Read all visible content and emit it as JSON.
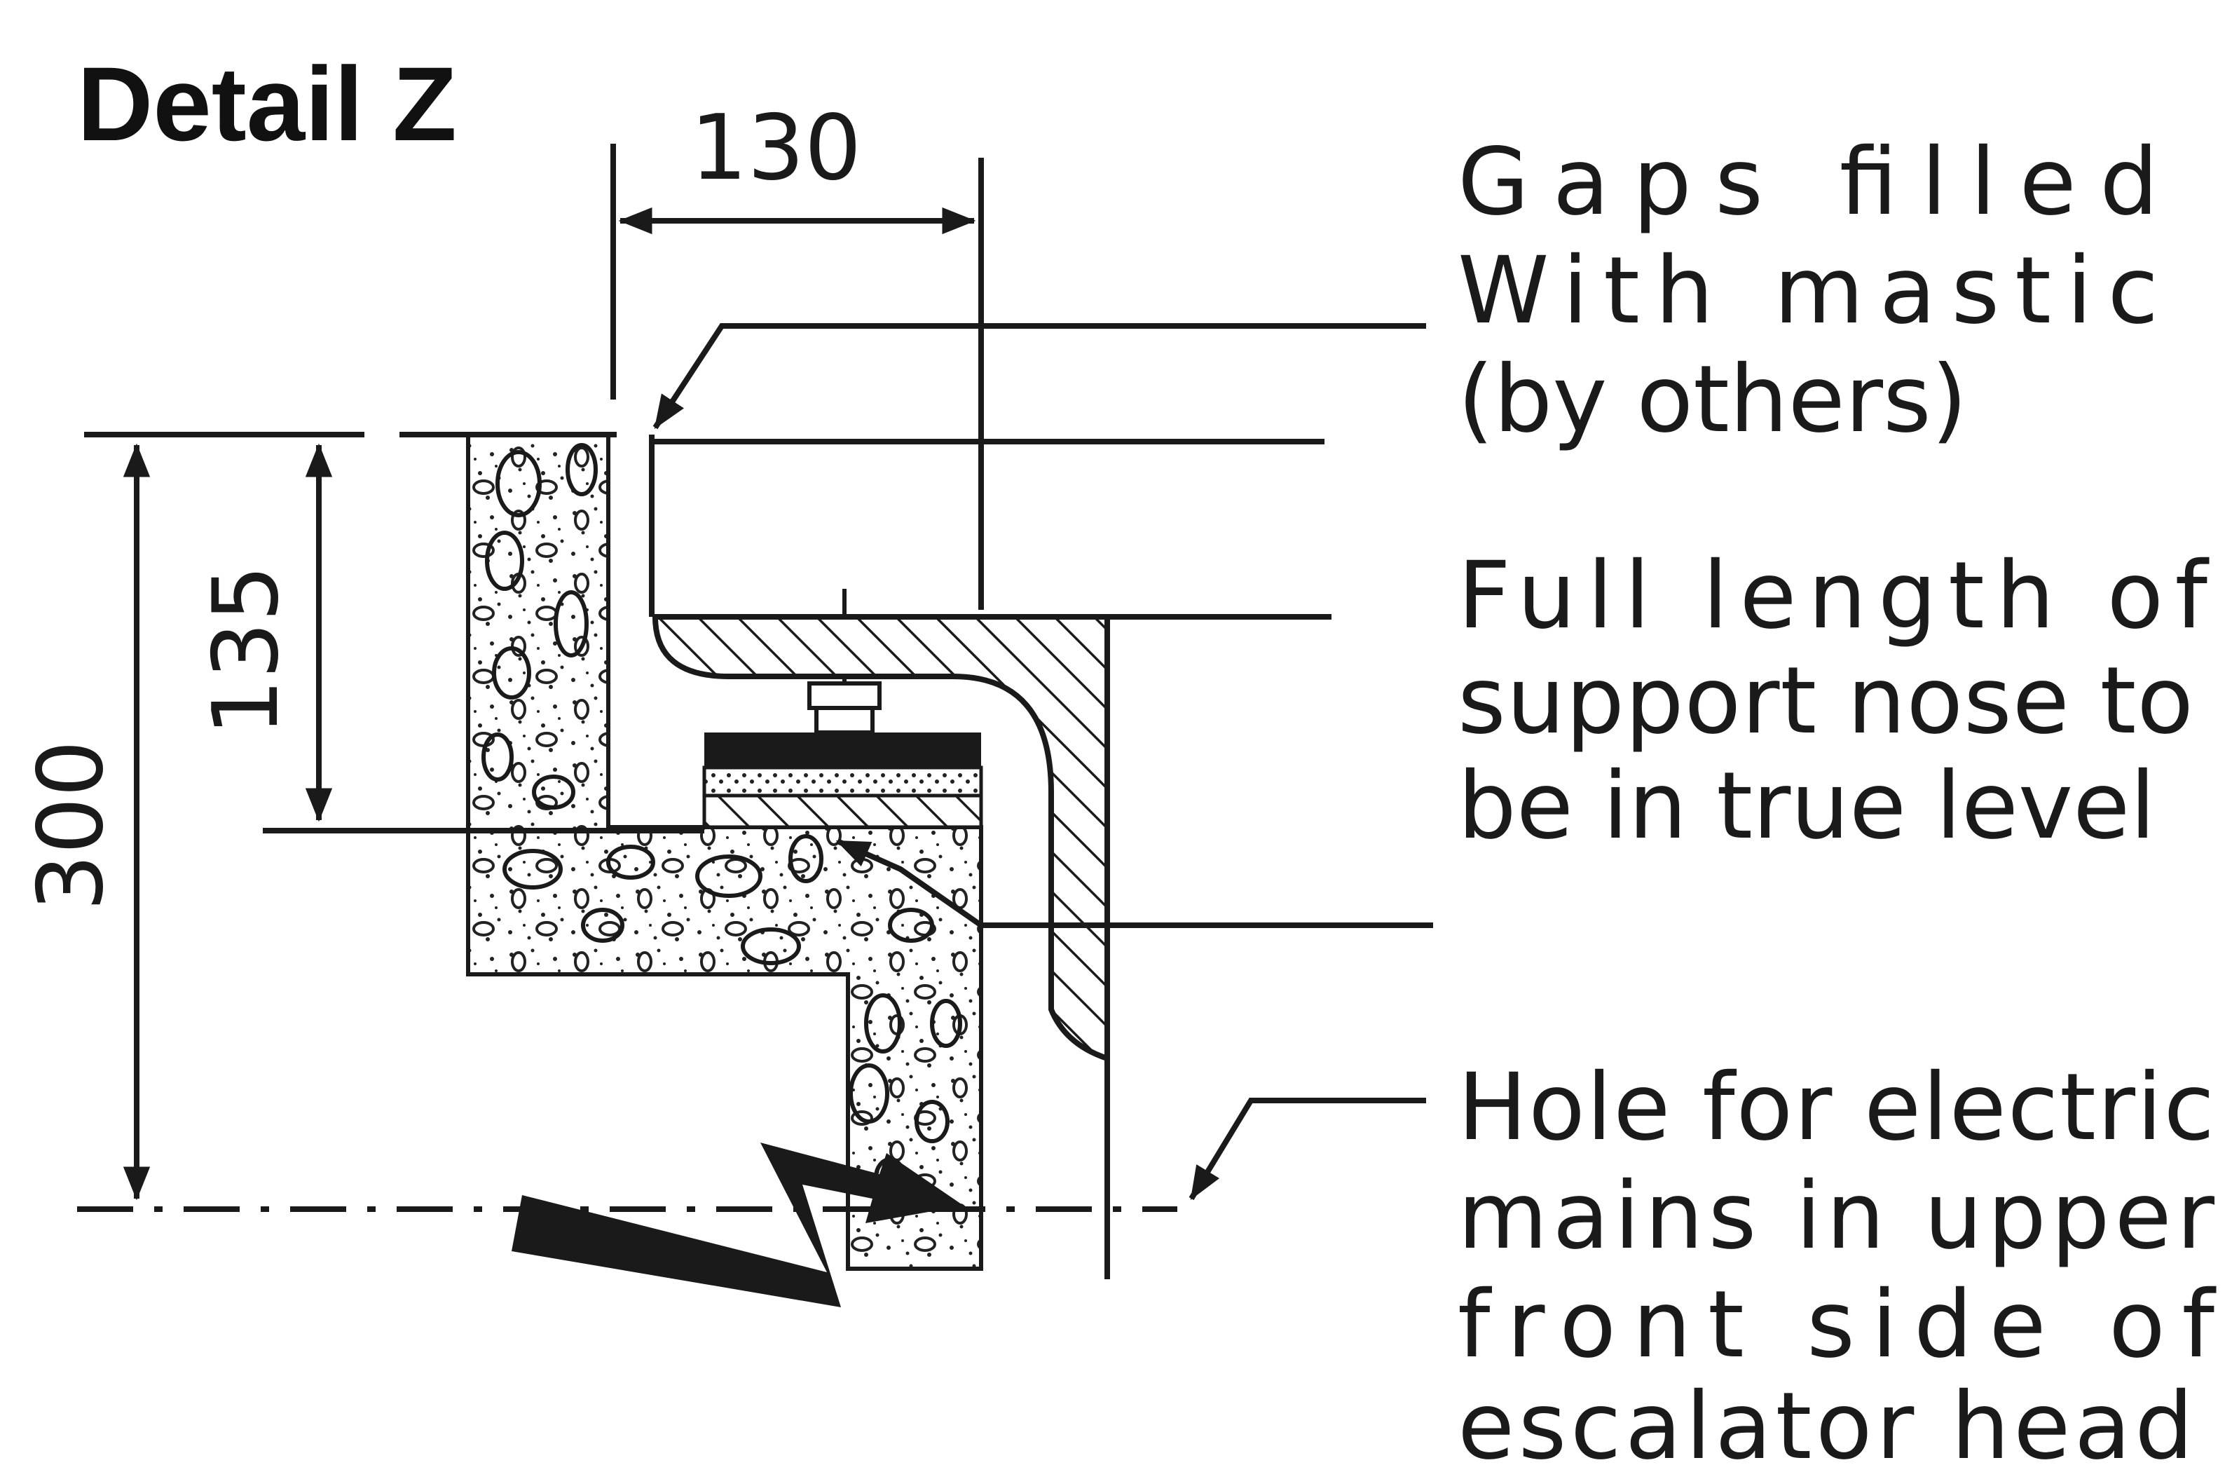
{
  "title": "Detail Z",
  "dimensions": {
    "width_top": "130",
    "height_small": "135",
    "height_total": "300"
  },
  "notes": {
    "mastic": [
      "Gaps filled",
      "With mastic",
      "(by others)"
    ],
    "support_nose": [
      "Full length of",
      "support nose to",
      "be in true level"
    ],
    "electric_hole": [
      "Hole for electric",
      "mains in upper",
      "front side of",
      "escalator head"
    ]
  },
  "colors": {
    "ink": "#1a1a1a",
    "background": "#ffffff"
  }
}
